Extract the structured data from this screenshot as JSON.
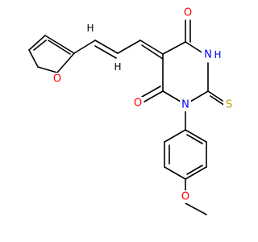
{
  "molecule": {
    "colors": {
      "bond": "#000000",
      "oxygen": "#ff0000",
      "nitrogen": "#0000ff",
      "sulfur": "#b8a000",
      "hydrogen": "#000000"
    },
    "labels": {
      "furan_o": "O",
      "carbonyl_o_top": "O",
      "carbonyl_o_left": "O",
      "nh_n": "N",
      "nh_h": "H",
      "thione_s": "S",
      "ring_n": "N",
      "methoxy_o": "O",
      "vinyl_h1": "H",
      "vinyl_h2": "H"
    }
  }
}
